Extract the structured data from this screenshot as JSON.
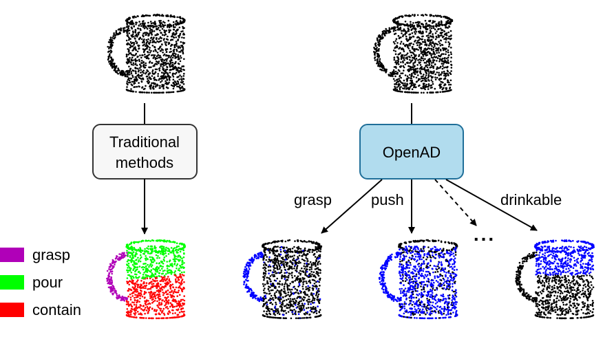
{
  "left_box": {
    "line1": "Traditional",
    "line2": "methods"
  },
  "right_box": {
    "label": "OpenAD"
  },
  "edges": {
    "grasp": "grasp",
    "push": "push",
    "drinkable": "drinkable",
    "ellipsis": "..."
  },
  "legend": [
    {
      "label": "grasp",
      "color": "#b000b8"
    },
    {
      "label": "pour",
      "color": "#00ff00"
    },
    {
      "label": "contain",
      "color": "#ff0000"
    }
  ],
  "colors": {
    "point_default": "#000000",
    "affordance_highlight": "#0000ff",
    "left_box_fill": "#f7f7f7",
    "left_box_stroke": "#333333",
    "right_box_fill": "#b1dcee",
    "right_box_stroke": "#1f6f99"
  }
}
